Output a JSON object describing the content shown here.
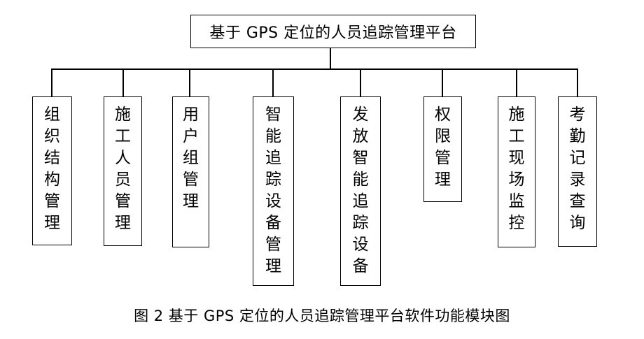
{
  "root": {
    "label": "基于 GPS 定位的人员追踪管理平台"
  },
  "modules": [
    {
      "label": "组织结构管理"
    },
    {
      "label": "施工人员管理"
    },
    {
      "label": "用户组管理"
    },
    {
      "label": "智能追踪设备管理"
    },
    {
      "label": "发放智能追踪设备"
    },
    {
      "label": "权限管理"
    },
    {
      "label": "施工现场监控"
    },
    {
      "label": "考勤记录查询"
    }
  ],
  "caption": {
    "label": "图 2  基于 GPS 定位的人员追踪管理平台软件功能模块图"
  }
}
